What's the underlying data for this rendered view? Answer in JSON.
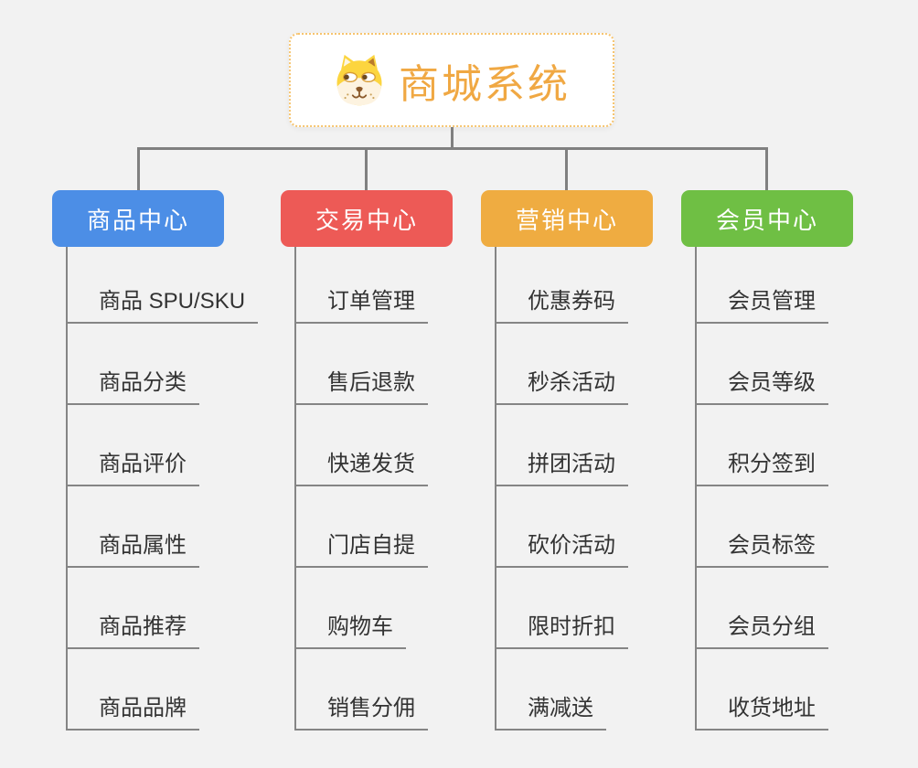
{
  "root": {
    "title": "商城系统",
    "icon": "doge-icon",
    "text_color": "#f0a843",
    "border_color": "#f6c46f"
  },
  "colors": {
    "background": "#f2f2f2",
    "connector": "#808080",
    "spine_and_underline": "#858585",
    "child_text": "#333333",
    "header_text": "#ffffff"
  },
  "branches": [
    {
      "label": "商品中心",
      "color": "#4c8ee6",
      "children": [
        "商品 SPU/SKU",
        "商品分类",
        "商品评价",
        "商品属性",
        "商品推荐",
        "商品品牌"
      ]
    },
    {
      "label": "交易中心",
      "color": "#ed5a56",
      "children": [
        "订单管理",
        "售后退款",
        "快递发货",
        "门店自提",
        "购物车",
        "销售分佣"
      ]
    },
    {
      "label": "营销中心",
      "color": "#efac41",
      "children": [
        "优惠券码",
        "秒杀活动",
        "拼团活动",
        "砍价活动",
        "限时折扣",
        "满减送"
      ]
    },
    {
      "label": "会员中心",
      "color": "#6fbf44",
      "children": [
        "会员管理",
        "会员等级",
        "积分签到",
        "会员标签",
        "会员分组",
        "收货地址"
      ]
    }
  ]
}
